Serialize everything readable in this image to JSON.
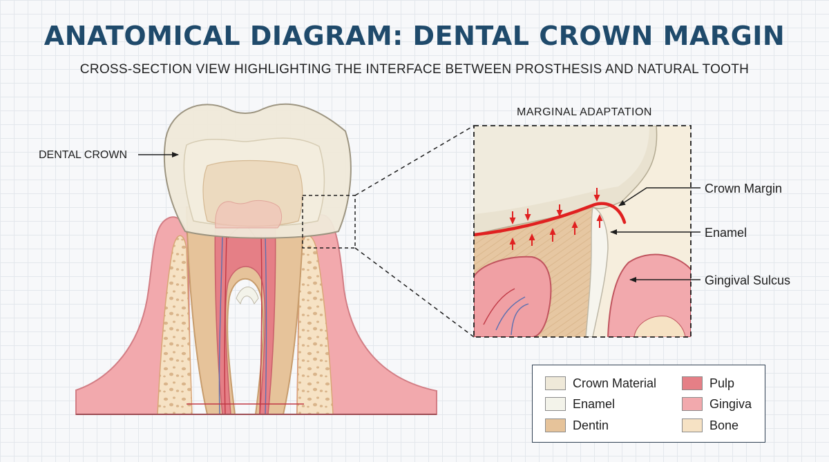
{
  "header": {
    "title": "ANATOMICAL DIAGRAM: DENTAL CROWN MARGIN",
    "subtitle": "CROSS-SECTION VIEW HIGHLIGHTING THE INTERFACE BETWEEN PROSTHESIS AND NATURAL TOOTH"
  },
  "labels": {
    "dental_crown": "DENTAL CROWN",
    "inset_title": "MARGINAL ADAPTATION",
    "crown_margin": "Crown Margin",
    "enamel": "Enamel",
    "gingival_sulcus": "Gingival Sulcus"
  },
  "legend": [
    {
      "label": "Crown Material",
      "color": "#efe9d9"
    },
    {
      "label": "Enamel",
      "color": "#f3f3ea"
    },
    {
      "label": "Dentin",
      "color": "#e6c39a"
    },
    {
      "label": "Pulp",
      "color": "#e57f86"
    },
    {
      "label": "Gingiva",
      "color": "#f2a9ad"
    },
    {
      "label": "Bone",
      "color": "#f6e2c4"
    }
  ],
  "colors": {
    "title": "#1f4a6b",
    "margin_line": "#e02020",
    "crown": "#efe9d9",
    "enamel": "#f3f3ea",
    "dentin": "#e6c39a",
    "pulp": "#e57f86",
    "gingiva": "#f2a9ad",
    "bone": "#f6e2c4",
    "vessel_blue": "#5a6fb0"
  }
}
